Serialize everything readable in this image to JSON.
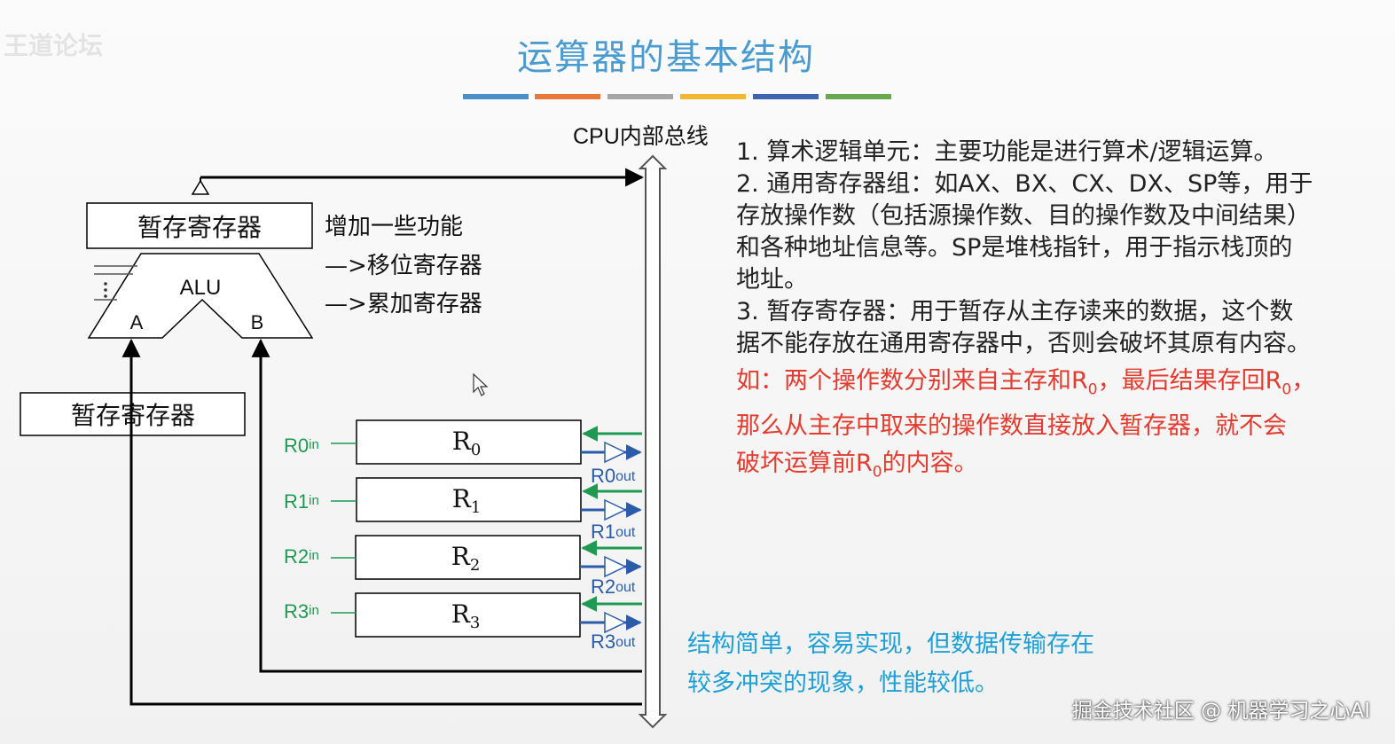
{
  "watermark": "王道论坛",
  "title": "运算器的基本结构",
  "title_stripes": [
    "#4a90c8",
    "#e8793a",
    "#a6a6a6",
    "#f2b630",
    "#3e66ae",
    "#6aa84f"
  ],
  "diagram": {
    "bus_label": "CPU内部总线",
    "temp_reg_top": "暂存寄存器",
    "temp_reg_left": "暂存寄存器",
    "alu_label": "ALU",
    "alu_input_a": "A",
    "alu_input_b": "B",
    "extra_title": "增加一些功能",
    "extra_1": "—>移位寄存器",
    "extra_2": "—>累加寄存器",
    "registers": [
      {
        "name": "R",
        "sub": "0",
        "in_label": "R0",
        "in_sub": "in",
        "out_label": "R0",
        "out_sub": "out"
      },
      {
        "name": "R",
        "sub": "1",
        "in_label": "R1",
        "in_sub": "in",
        "out_label": "R1",
        "out_sub": "out"
      },
      {
        "name": "R",
        "sub": "2",
        "in_label": "R2",
        "in_sub": "in",
        "out_label": "R2",
        "out_sub": "out"
      },
      {
        "name": "R",
        "sub": "3",
        "in_label": "R3",
        "in_sub": "in",
        "out_label": "R3",
        "out_sub": "out"
      }
    ],
    "colors": {
      "control_in": "#1f9a52",
      "control_out": "#2a5caa",
      "line": "#000000"
    }
  },
  "notes": {
    "p1": "1. 算术逻辑单元：主要功能是进行算术/逻辑运算。",
    "p2_l1": "2. 通用寄存器组：如AX、BX、CX、DX、SP等，用于",
    "p2_l2": "存放操作数（包括源操作数、目的操作数及中间结果）",
    "p2_l3": "和各种地址信息等。SP是堆栈指针，用于指示栈顶的",
    "p2_l4": "地址。",
    "p3_l1": "3. 暂存寄存器：用于暂存从主存读来的数据，这个数",
    "p3_l2": "据不能存放在通用寄存器中，否则会破坏其原有内容。",
    "ex_l1a": "如：两个操作数分别来自主存和R",
    "ex_l1b": "0",
    "ex_l1c": "，最后结果存回R",
    "ex_l1d": "0",
    "ex_l1e": "，",
    "ex_l2": "那么从主存中取来的操作数直接放入暂存器，就不会",
    "ex_l3a": "破坏运算前R",
    "ex_l3b": "0",
    "ex_l3c": "的内容。",
    "red_color": "#e33b2e"
  },
  "summary": {
    "l1": "结构简单，容易实现，但数据传输存在",
    "l2": "较多冲突的现象，性能较低。",
    "color": "#1ea0d6"
  },
  "footer": "掘金技术社区 @ 机器学习之心AI"
}
